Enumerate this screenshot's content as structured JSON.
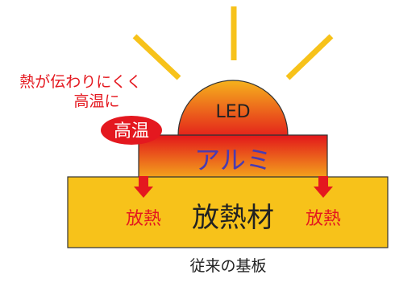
{
  "annotation": {
    "line1": "熱が伝わりにくく",
    "line2": "高温に"
  },
  "badge": {
    "label": "高温"
  },
  "led": {
    "label": "LED"
  },
  "aluminum": {
    "label": "アルミ"
  },
  "heatsink": {
    "label": "放熱材"
  },
  "flow": {
    "left_label": "放熱",
    "right_label": "放熱"
  },
  "caption": {
    "label": "従来の基板"
  },
  "colors": {
    "ray": "#f7c21a",
    "hot_red": "#e4181f",
    "aluminum_text": "#4a3bb0",
    "heatsink_fill": "#f7c21a",
    "text": "#222222"
  }
}
